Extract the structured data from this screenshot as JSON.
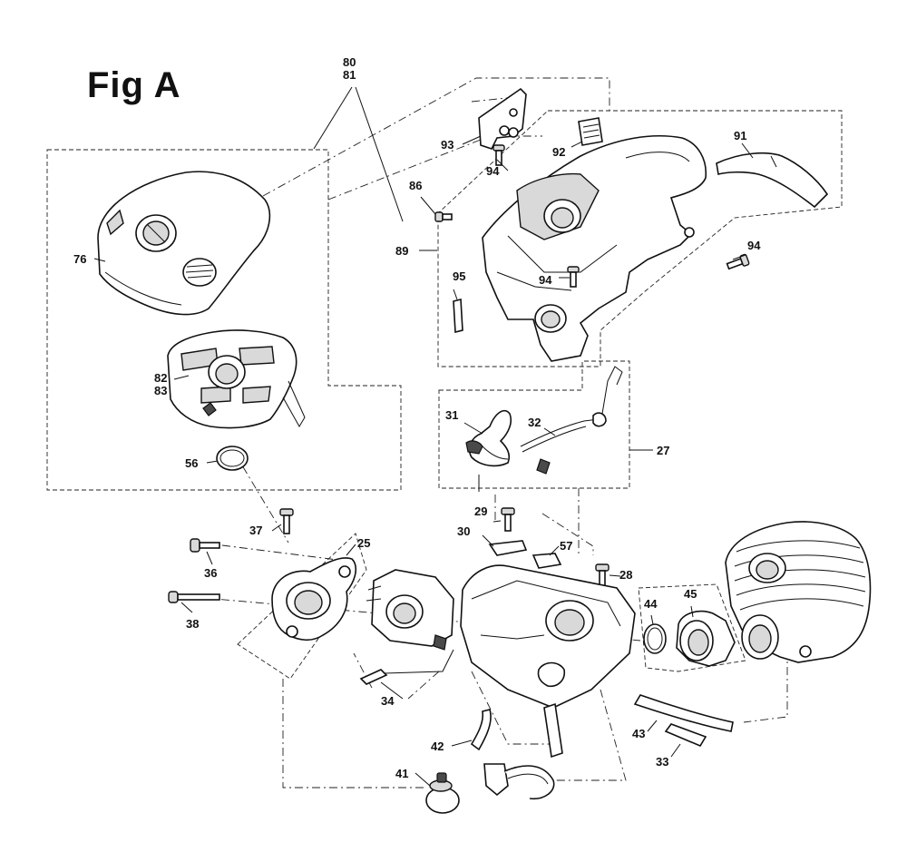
{
  "figure": {
    "title": "Fig A"
  },
  "callouts": {
    "c8081": [
      "80",
      "81"
    ],
    "c76": "76",
    "c8283": [
      "82",
      "83"
    ],
    "c56": "56",
    "c93": "93",
    "c94a": "94",
    "c92": "92",
    "c91": "91",
    "c86": "86",
    "c89": "89",
    "c95": "95",
    "c94b": "94",
    "c94c": "94",
    "c31": "31",
    "c32": "32",
    "c27": "27",
    "c29": "29",
    "c30": "30",
    "c57": "57",
    "c28": "28",
    "c37": "37",
    "c25": "25",
    "c36": "36",
    "c38": "38",
    "c44": "44",
    "c45": "45",
    "c34": "34",
    "c43": "43",
    "c33": "33",
    "c42": "42",
    "c41": "41"
  }
}
